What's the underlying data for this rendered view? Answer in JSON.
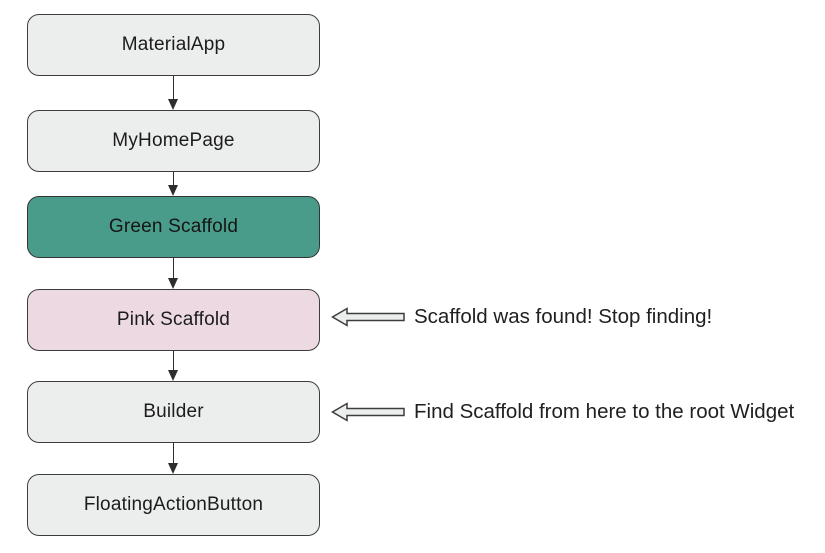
{
  "diagram": {
    "title_hint": "Flutter widget tree: finding Scaffold from Builder context",
    "background_color": "#ffffff",
    "nodes": [
      {
        "label": "MaterialApp",
        "fill": "#eceeed",
        "border": "#3d3d3d",
        "text_color": "#1c1c1c"
      },
      {
        "label": "MyHomePage",
        "fill": "#eceeed",
        "border": "#3d3d3d",
        "text_color": "#1c1c1c"
      },
      {
        "label": "Green Scaffold",
        "fill": "#4a9c8a",
        "border": "#343434",
        "text_color": "#151515"
      },
      {
        "label": "Pink Scaffold",
        "fill": "#ecd9e1",
        "border": "#3d3d3d",
        "text_color": "#1c1c1c"
      },
      {
        "label": "Builder",
        "fill": "#eceeed",
        "border": "#3d3d3d",
        "text_color": "#1c1c1c"
      },
      {
        "label": "FloatingActionButton",
        "fill": "#eceeed",
        "border": "#3d3d3d",
        "text_color": "#1c1c1c"
      }
    ],
    "connector_color": "#2e2e2e",
    "annotations": [
      {
        "label": "Scaffold was found! Stop finding!",
        "points_to": "Pink Scaffold"
      },
      {
        "label": "Find Scaffold from here to the root Widget",
        "points_to": "Builder"
      }
    ],
    "block_arrow": {
      "fill": "#eceeed",
      "stroke": "#3d3d3d"
    }
  }
}
